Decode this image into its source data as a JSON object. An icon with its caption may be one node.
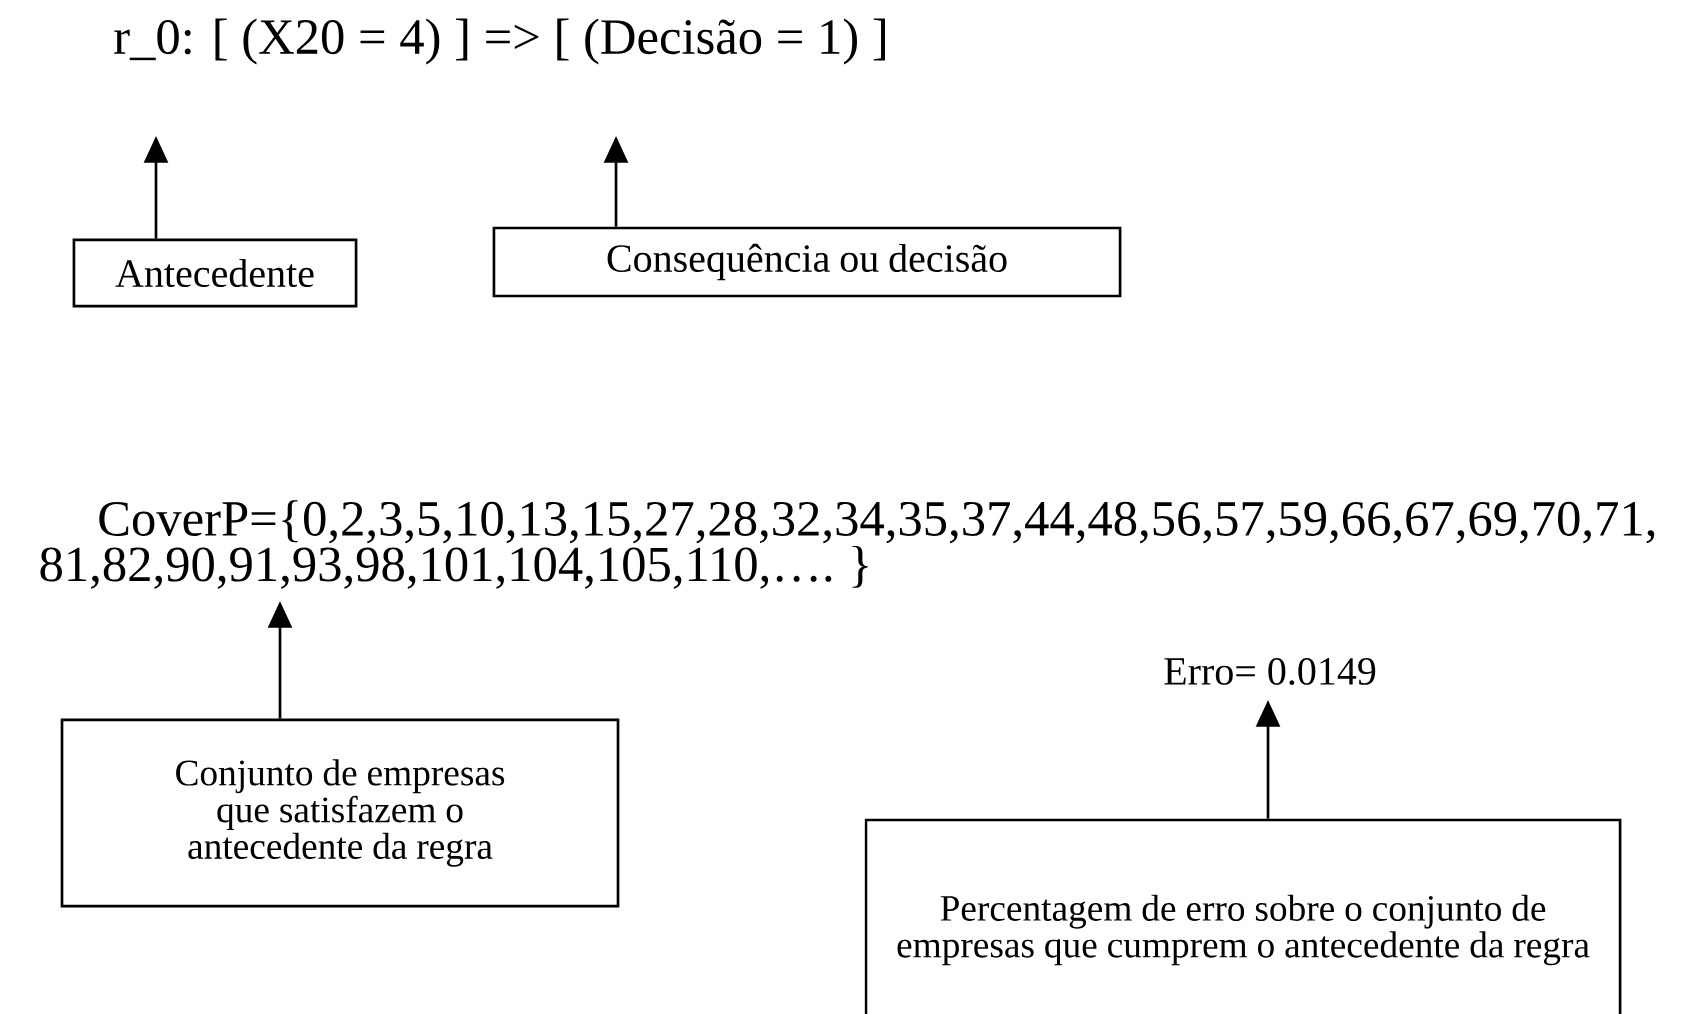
{
  "diagram": {
    "nodes": [
      {
        "text": [
          "r_0: [ (X20 = 4) ] => [ (Decisão = 1) ]"
        ]
      },
      {
        "text": [
          "Antecedente"
        ]
      },
      {
        "text": [
          "Consequência ou decisão"
        ]
      },
      {
        "text": [
          "CoverP={0,2,3,5,10,13,15,27,28,32,34,35,37,44,48,56,57,59,66,67,69,70,71, 81,82,90,91,93,98,101,104,105,110,…. }"
        ]
      },
      {
        "text": [
          "Conjunto de empresas que satisfazem o antecedente da regra"
        ]
      },
      {
        "text": [
          "Erro= 0.0149"
        ]
      },
      {
        "text": [
          "Percentagem de erro sobre o conjunto de empresas que cumprem o antecedente da regra"
        ]
      }
    ],
    "edges": [
      {
        "from": 1,
        "to": 0,
        "arrow": "to"
      },
      {
        "from": 2,
        "to": 0,
        "arrow": "to"
      },
      {
        "from": 4,
        "to": 3,
        "arrow": "to"
      },
      {
        "from": 6,
        "to": 5,
        "arrow": "to"
      }
    ]
  }
}
